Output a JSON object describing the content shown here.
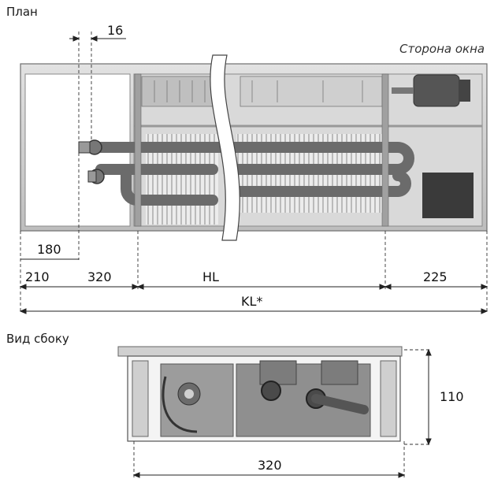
{
  "plan_title": "План",
  "window_side": "Сторона окна",
  "side_title": "Вид сбоку",
  "dims": {
    "d16": "16",
    "d180": "180",
    "d210": "210",
    "d320_top": "320",
    "hl": "HL",
    "d225": "225",
    "kl": "KL*",
    "d110": "110",
    "d320_side": "320"
  },
  "colors": {
    "housing": "#c8c8c8",
    "housing_dark": "#8c8c8c",
    "pipe": "#6b6b6b",
    "dark": "#3a3a3a"
  }
}
